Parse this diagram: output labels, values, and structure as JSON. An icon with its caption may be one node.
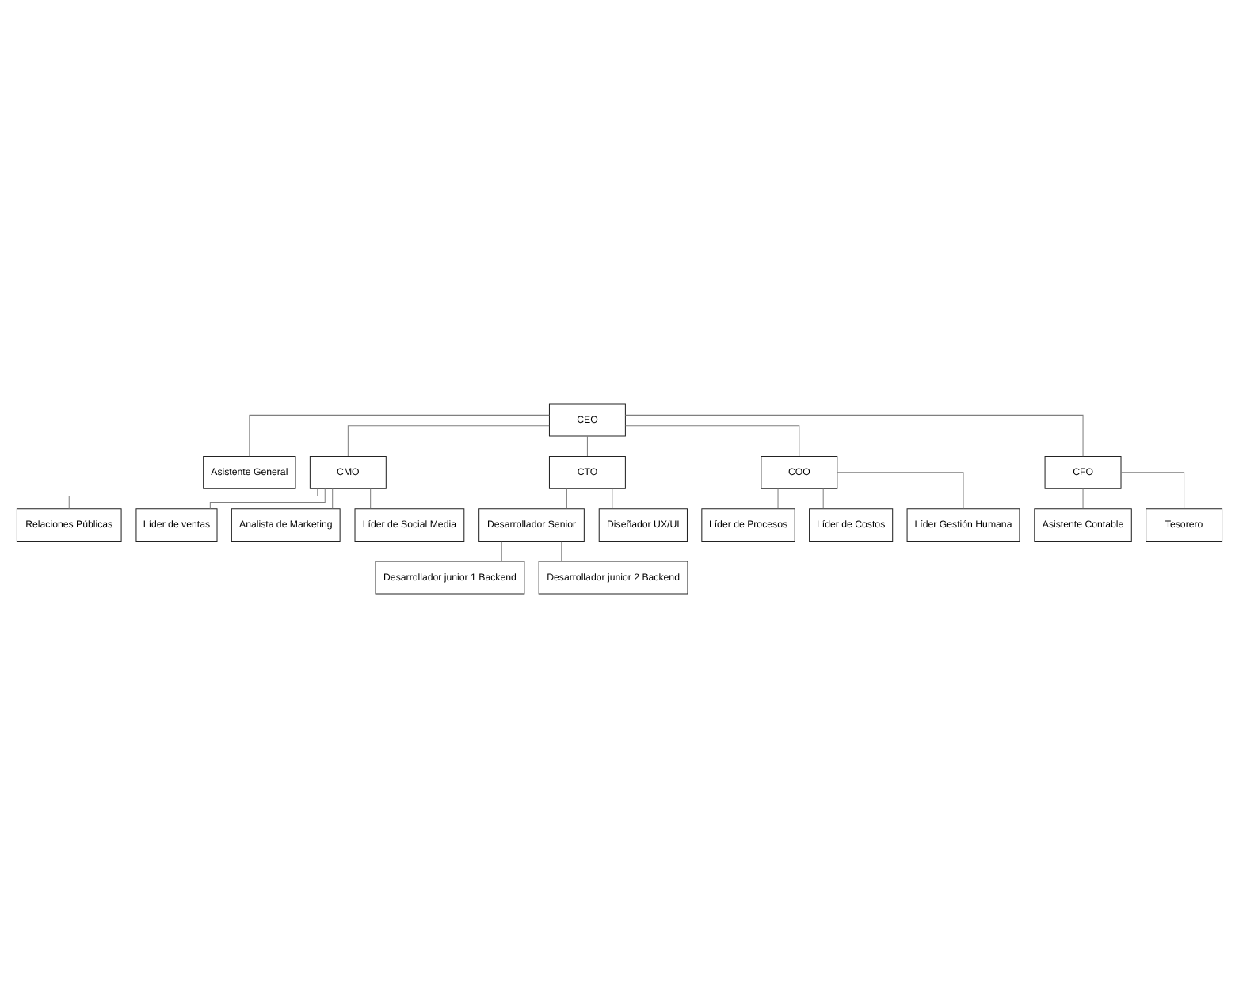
{
  "diagram": {
    "nodes": [
      {
        "text": [
          "CEO"
        ]
      },
      {
        "text": [
          "Asistente General"
        ]
      },
      {
        "text": [
          "CMO"
        ]
      },
      {
        "text": [
          "CTO"
        ]
      },
      {
        "text": [
          "COO"
        ]
      },
      {
        "text": [
          "CFO"
        ]
      },
      {
        "text": [
          "Relaciones Públicas"
        ]
      },
      {
        "text": [
          "Líder de ventas"
        ]
      },
      {
        "text": [
          "Analista de Marketing"
        ]
      },
      {
        "text": [
          "Líder de Social Media"
        ]
      },
      {
        "text": [
          "Desarrollador Senior"
        ]
      },
      {
        "text": [
          "Diseñador UX/UI"
        ]
      },
      {
        "text": [
          "Desarrollador junior 1 Backend"
        ]
      },
      {
        "text": [
          "Desarrollador junior 2 Backend"
        ]
      },
      {
        "text": [
          "Líder de Procesos"
        ]
      },
      {
        "text": [
          "Líder de Costos"
        ]
      },
      {
        "text": [
          "Líder Gestión Humana"
        ]
      },
      {
        "text": [
          "Asistente Contable"
        ]
      },
      {
        "text": [
          "Tesorero"
        ]
      }
    ],
    "edges": [
      {
        "from": 0,
        "to": 1,
        "arrow": "none"
      },
      {
        "from": 0,
        "to": 2,
        "arrow": "none"
      },
      {
        "from": 0,
        "to": 3,
        "arrow": "none"
      },
      {
        "from": 0,
        "to": 4,
        "arrow": "none"
      },
      {
        "from": 0,
        "to": 5,
        "arrow": "none"
      },
      {
        "from": 2,
        "to": 6,
        "arrow": "none"
      },
      {
        "from": 2,
        "to": 7,
        "arrow": "none"
      },
      {
        "from": 2,
        "to": 8,
        "arrow": "none"
      },
      {
        "from": 2,
        "to": 9,
        "arrow": "none"
      },
      {
        "from": 3,
        "to": 10,
        "arrow": "none"
      },
      {
        "from": 3,
        "to": 11,
        "arrow": "none"
      },
      {
        "from": 10,
        "to": 12,
        "arrow": "none"
      },
      {
        "from": 10,
        "to": 13,
        "arrow": "none"
      },
      {
        "from": 4,
        "to": 14,
        "arrow": "none"
      },
      {
        "from": 4,
        "to": 15,
        "arrow": "none"
      },
      {
        "from": 4,
        "to": 16,
        "arrow": "none"
      },
      {
        "from": 5,
        "to": 17,
        "arrow": "none"
      },
      {
        "from": 5,
        "to": 18,
        "arrow": "none"
      }
    ]
  }
}
